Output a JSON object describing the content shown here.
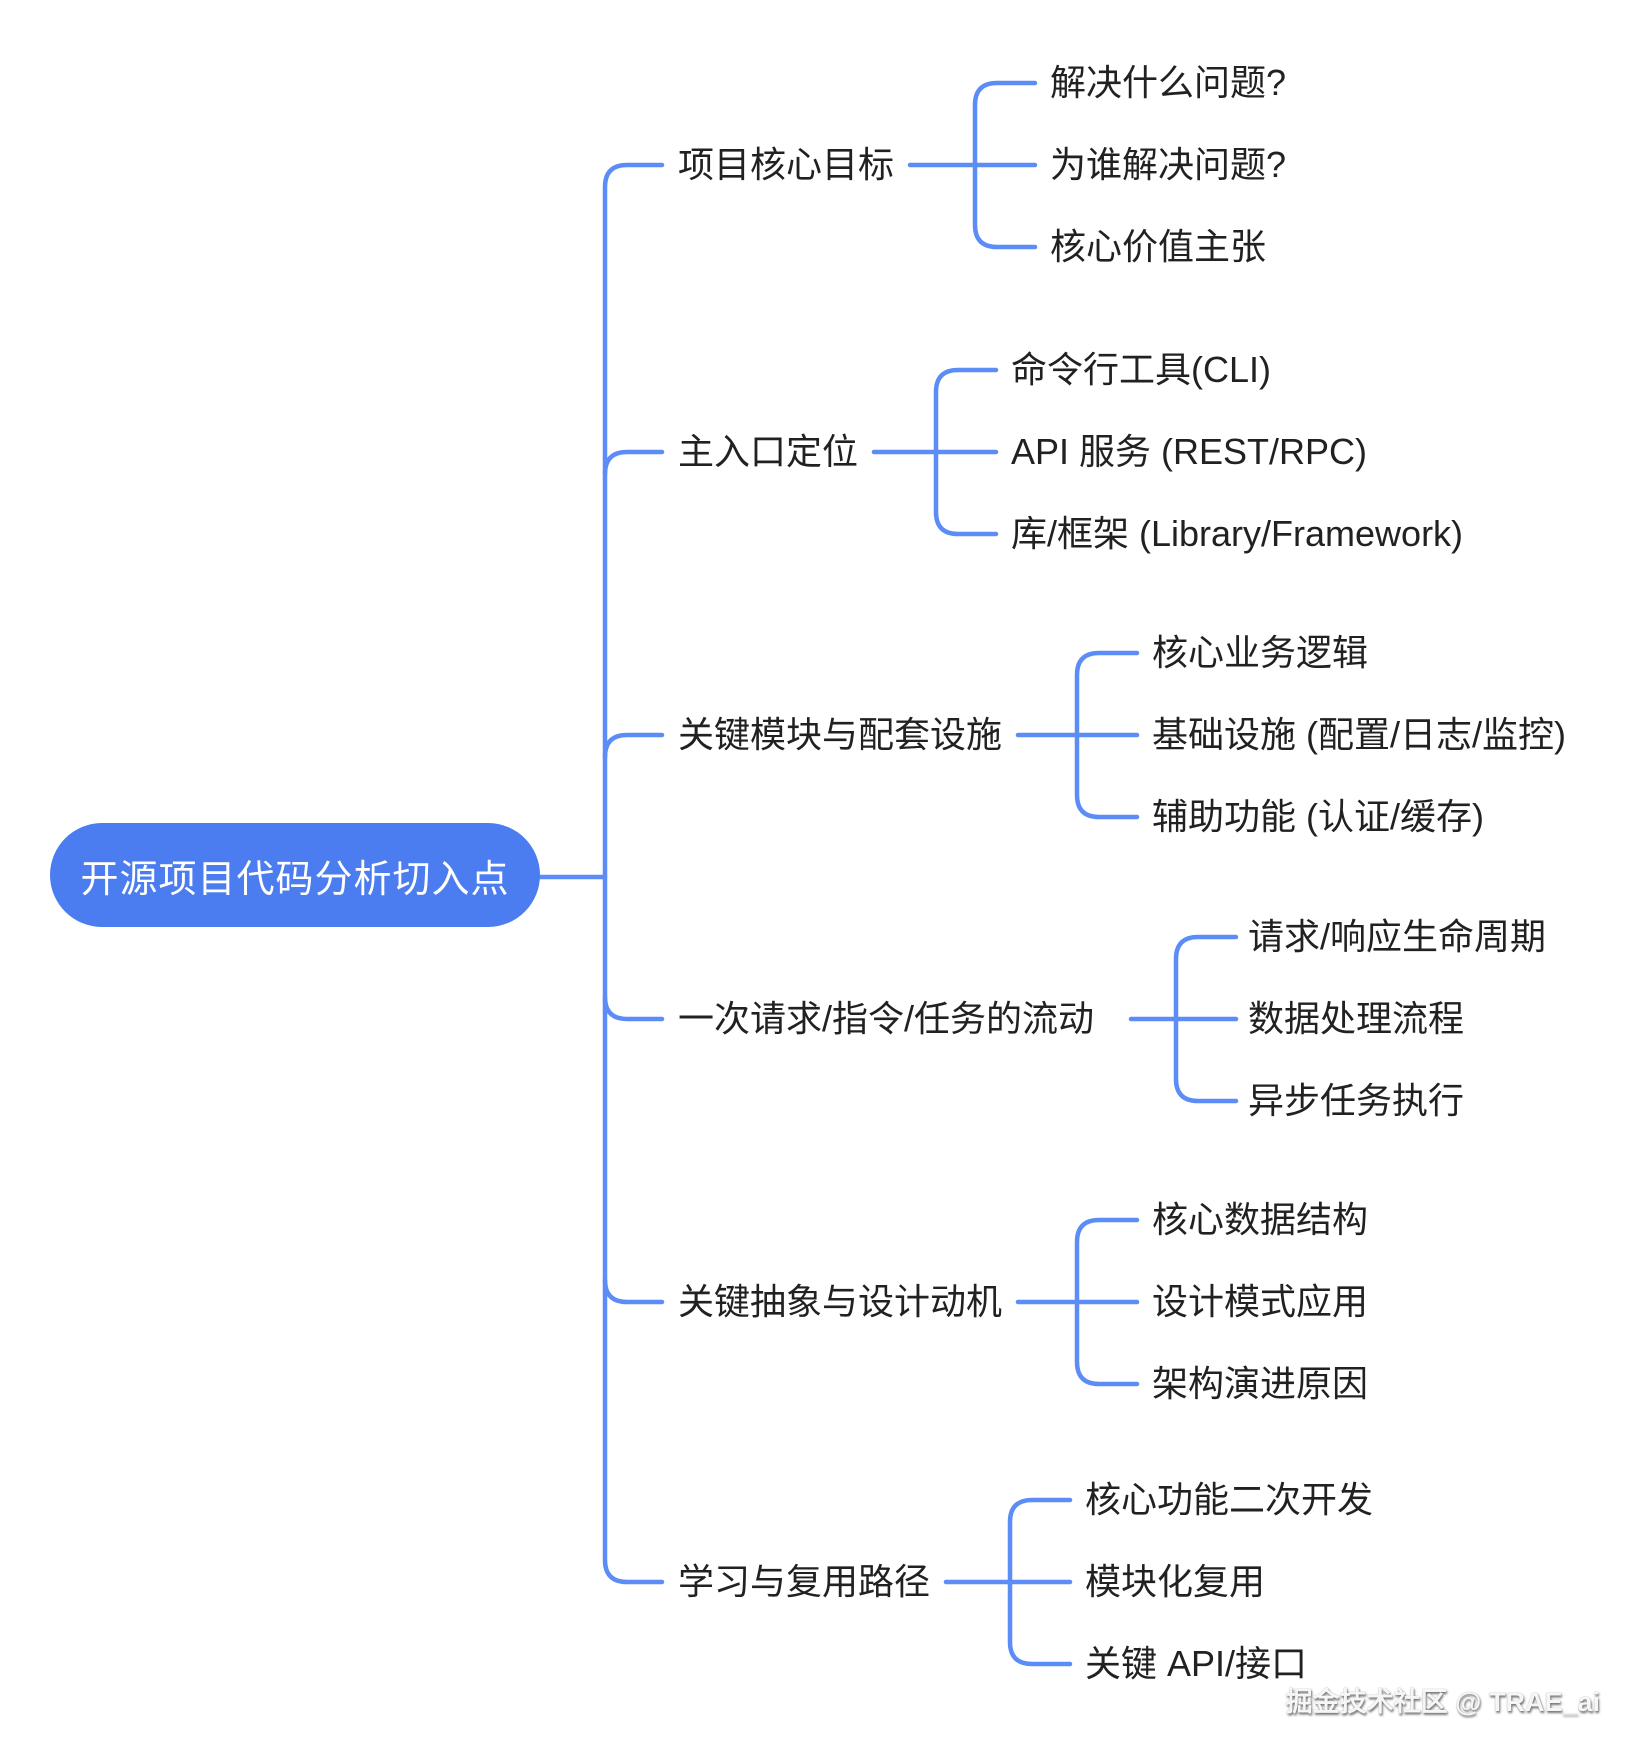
{
  "root": {
    "label": "开源项目代码分析切入点"
  },
  "branches": [
    {
      "label": "项目核心目标",
      "children": [
        "解决什么问题?",
        "为谁解决问题?",
        "核心价值主张"
      ]
    },
    {
      "label": "主入口定位",
      "children": [
        "命令行工具(CLI)",
        "API 服务 (REST/RPC)",
        "库/框架 (Library/Framework)"
      ]
    },
    {
      "label": "关键模块与配套设施",
      "children": [
        "核心业务逻辑",
        "基础设施 (配置/日志/监控)",
        "辅助功能 (认证/缓存)"
      ]
    },
    {
      "label": "一次请求/指令/任务的流动",
      "children": [
        "请求/响应生命周期",
        "数据处理流程",
        "异步任务执行"
      ]
    },
    {
      "label": "关键抽象与设计动机",
      "children": [
        "核心数据结构",
        "设计模式应用",
        "架构演进原因"
      ]
    },
    {
      "label": "学习与复用路径",
      "children": [
        "核心功能二次开发",
        "模块化复用",
        "关键 API/接口"
      ]
    }
  ],
  "watermark": "掘金技术社区 @ TRAE_ai",
  "colors": {
    "root_fill": "#4B7DF0",
    "connector": "#5C8CF6",
    "text": "#212121",
    "root_text": "#ffffff"
  }
}
